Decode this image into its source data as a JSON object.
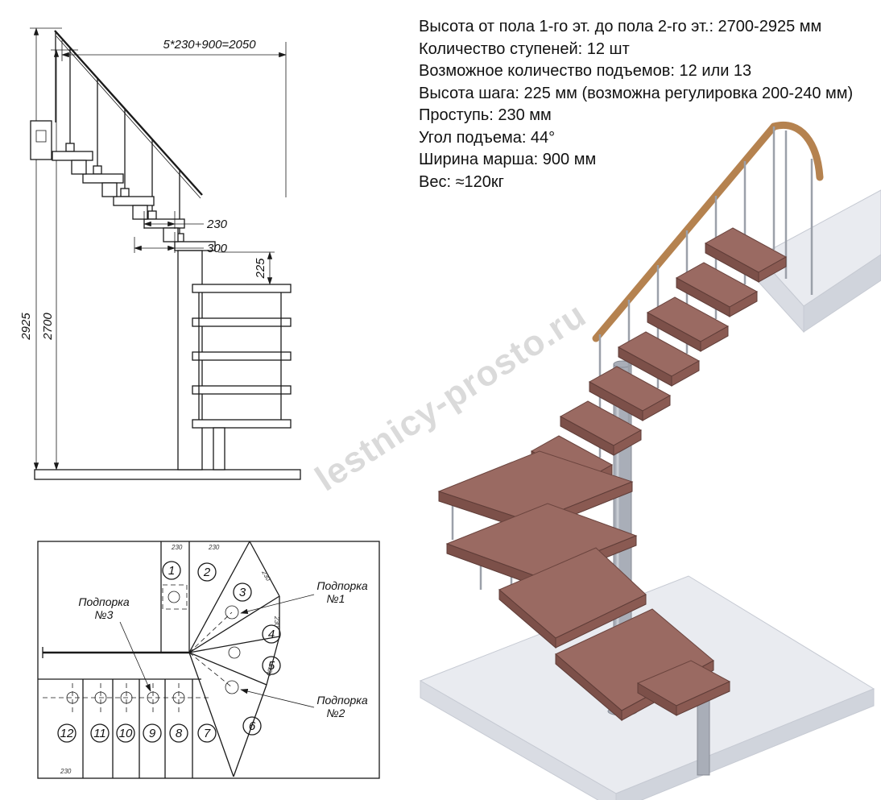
{
  "specs": {
    "lines": [
      "Высота от пола 1-го эт. до пола 2-го эт.: 2700-2925 мм",
      "Количество ступеней: 12 шт",
      "Возможное количество подъемов: 12 или 13",
      "Высота шага: 225 мм (возможна регулировка 200-240 мм)",
      "Проступь: 230 мм",
      "Угол подъема: 44°",
      "Ширина марша: 900 мм",
      "Вес: ≈120кг"
    ]
  },
  "elevation": {
    "dim_top": "5*230+900=2050",
    "dim_total_height": "2925",
    "dim_clear_height": "2700",
    "dim_tread": "230",
    "dim_overlap": "300",
    "dim_rise": "225"
  },
  "plan": {
    "steps": [
      "1",
      "2",
      "3",
      "4",
      "5",
      "6",
      "7",
      "8",
      "9",
      "10",
      "11",
      "12"
    ],
    "edge_dim": "230",
    "supports": [
      {
        "word": "Подпорка",
        "num": "№1"
      },
      {
        "word": "Подпорка",
        "num": "№2"
      },
      {
        "word": "Подпорка",
        "num": "№3"
      }
    ]
  },
  "watermark": "lestnicy-prosto.ru",
  "colors": {
    "line": "#1a1a1a",
    "tread": "#9a6a62",
    "tread_edge": "#6b443e",
    "metal": "#a9aeb8",
    "floor": "#e9ebf0",
    "wood_rail": "#b5824f",
    "watermark": "#c3c3c3"
  }
}
